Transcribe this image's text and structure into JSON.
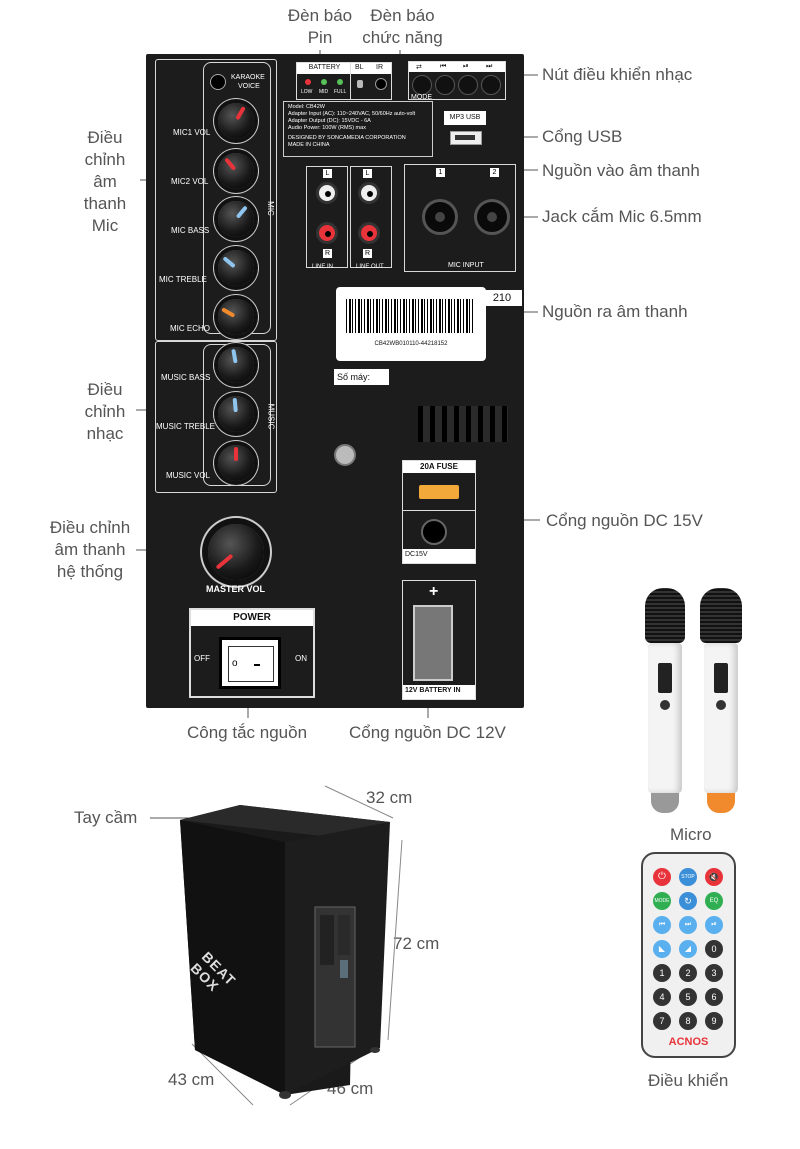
{
  "callouts": {
    "battery_indicator": "Đèn báo\nPin",
    "function_indicator": "Đèn báo\nchức năng",
    "music_control_buttons": "Nút điều khiển nhạc",
    "usb_port": "Cổng USB",
    "audio_in": "Nguồn vào âm thanh",
    "mic_jack": "Jack cắm Mic 6.5mm",
    "audio_out": "Nguồn ra âm thanh",
    "mic_adjust": "Điều\nchỉnh\nâm\nthanh\nMic",
    "music_adjust": "Điều\nchỉnh\nnhạc",
    "system_adjust": "Điều chỉnh\nâm thanh\nhệ thống",
    "dc15_port": "Cổng nguồn DC 15V",
    "power_switch": "Công tắc nguồn",
    "dc12_port": "Cổng nguồn DC 12V",
    "handle": "Tay cầm",
    "micro": "Micro",
    "remote": "Điều khiển"
  },
  "panel": {
    "karaoke": "KARAOKE",
    "voice": "VOICE",
    "mic_knobs": [
      "MIC1 VOL",
      "MIC2 VOL",
      "MIC BASS",
      "MIC TREBLE",
      "MIC ECHO"
    ],
    "mic_side": "MIC",
    "music_knobs": [
      "MUSIC BASS",
      "MUSIC TREBLE",
      "MUSIC VOL"
    ],
    "music_side": "MUSIC",
    "master": "MASTER VOL",
    "power_title": "POWER",
    "off": "OFF",
    "on": "ON",
    "battery": "BATTERY",
    "bl": "BL",
    "ir": "IR",
    "low": "LOW",
    "mid": "MID",
    "full": "FULL",
    "mode": "MODE",
    "mp3_usb": "MP3 USB",
    "model_lines": [
      "Model: CB42W",
      "Adapter Input (AC): 110~240VAC, 50/60Hz auto-volt",
      "Adapter Output (DC): 15VDC - 6A",
      "Audio Power: 100W (RMS) max",
      "",
      "DESIGNED BY SONCAMEDIA CORPORATION",
      "MADE IN CHINA"
    ],
    "l": "L",
    "r": "R",
    "line_in": "LINE IN",
    "line_out": "LINE OUT",
    "mic_in_1": "1",
    "mic_in_2": "2",
    "mic_input": "MIC INPUT",
    "serial_no": "210",
    "barcode_text": "CB42WB010110-44218152",
    "so_may": "Số máy:",
    "fuse": "20A FUSE",
    "dc15": "DC15V",
    "battery_in": "12V BATTERY IN",
    "plus": "+"
  },
  "dimensions": {
    "depth": "32 cm",
    "height": "72 cm",
    "width": "46 cm",
    "side": "43 cm"
  },
  "speaker_logo": "BEAT BOX",
  "remote_brand": "ACNOS",
  "remote_keys": [
    "STOP",
    "MODE",
    "EQ",
    "0",
    "1",
    "2",
    "3",
    "4",
    "5",
    "6",
    "7",
    "8",
    "9"
  ]
}
